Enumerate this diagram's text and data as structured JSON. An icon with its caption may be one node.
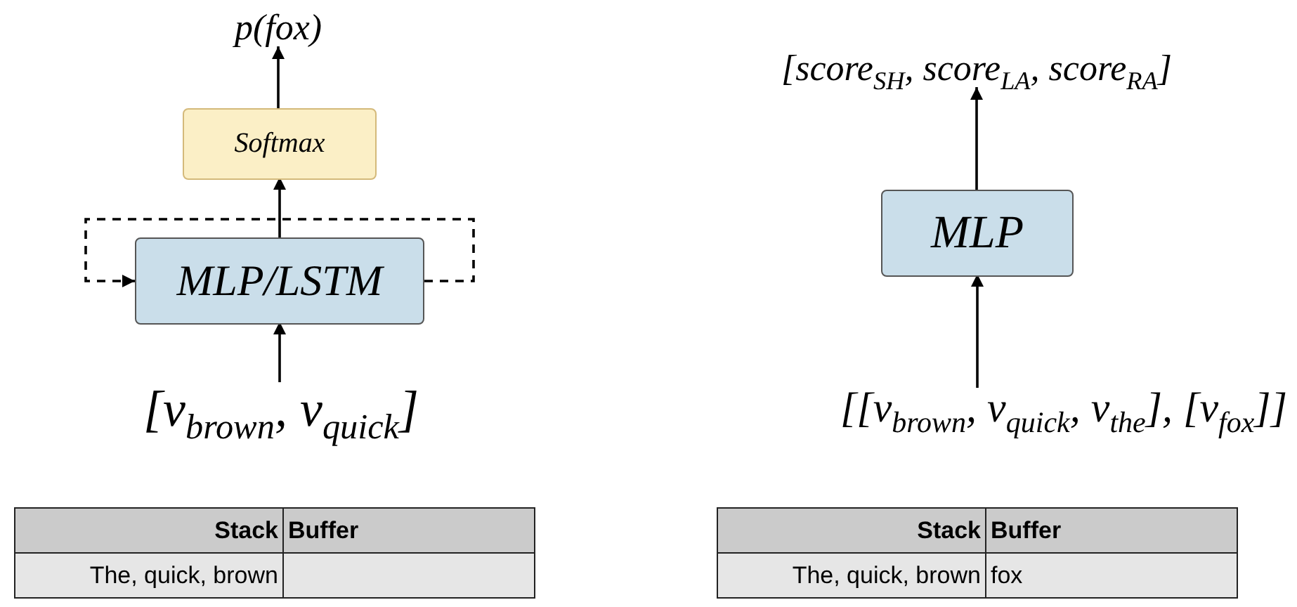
{
  "diagram": {
    "nodes": [
      {
        "text": [
          "p(fox)"
        ]
      },
      {
        "text": [
          "Softmax"
        ]
      },
      {
        "text": [
          "MLP/LSTM"
        ]
      },
      {
        "text": [
          "[v$_{brown}$, v$_{quick}$]"
        ]
      },
      {
        "text": [
          "[score$_{SH}$, score$_{LA}$, score$_{RA}$]"
        ]
      },
      {
        "text": [
          "MLP"
        ]
      },
      {
        "text": [
          "[[v$_{brown}$, v$_{quick}$, v$_{the}$], [v$_{fox}$]]"
        ]
      }
    ],
    "edges": [
      {
        "from": 3,
        "to": 2,
        "arrow": "to"
      },
      {
        "from": 2,
        "to": 1,
        "arrow": "to"
      },
      {
        "from": 1,
        "to": 0,
        "arrow": "to"
      },
      {
        "from": 2,
        "to": 2,
        "arrow": "to",
        "style": "dashed"
      },
      {
        "from": 6,
        "to": 5,
        "arrow": "to"
      },
      {
        "from": 5,
        "to": 4,
        "arrow": "to"
      }
    ],
    "labels": [
      "Stack",
      "Buffer",
      "The, quick, brown",
      "Stack",
      "Buffer",
      "The, quick, brown",
      "fox"
    ]
  }
}
